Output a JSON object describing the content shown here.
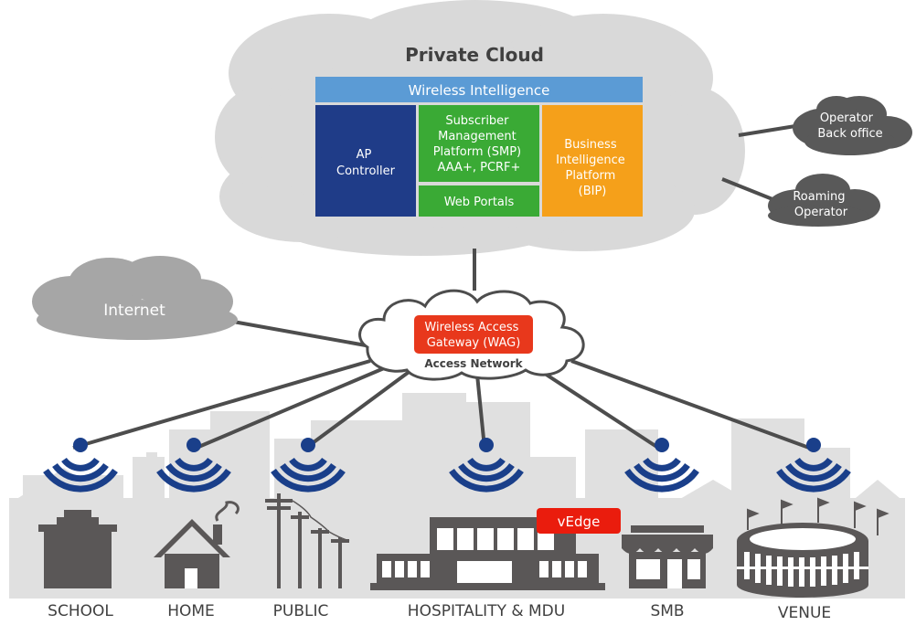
{
  "private_cloud": {
    "title": "Private Cloud",
    "wireless_intelligence": "Wireless Intelligence",
    "ap_controller": [
      "AP",
      "Controller"
    ],
    "smp": [
      "Subscriber",
      "Management",
      "Platform (SMP)",
      "AAA+, PCRF+"
    ],
    "web_portals": "Web Portals",
    "bip": [
      "Business",
      "Intelligence",
      "Platform",
      "(BIP)"
    ]
  },
  "operator_back_office": [
    "Operator",
    "Back office"
  ],
  "roaming_operator": [
    "Roaming",
    "Operator"
  ],
  "internet": "Internet",
  "access_network": {
    "wag": [
      "Wireless Access",
      "Gateway (WAG)"
    ],
    "label": "Access Network"
  },
  "vedge": "vEdge",
  "sites": [
    "SCHOOL",
    "HOME",
    "PUBLIC",
    "HOSPITALITY & MDU",
    "SMB",
    "VENUE"
  ],
  "colors": {
    "cloud": "#d9d9d9",
    "small_cloud": "#595959",
    "wireless_intelligence": "#5b9bd5",
    "ap_controller": "#1f3c88",
    "smp": "#3aaa35",
    "bip": "#f5a01a",
    "wag": "#e8381c",
    "vedge": "#ea1c0d",
    "line": "#4d4d4d",
    "wifi": "#1a3f8a",
    "building": "#5a5757",
    "city": "#dcdcdc"
  }
}
